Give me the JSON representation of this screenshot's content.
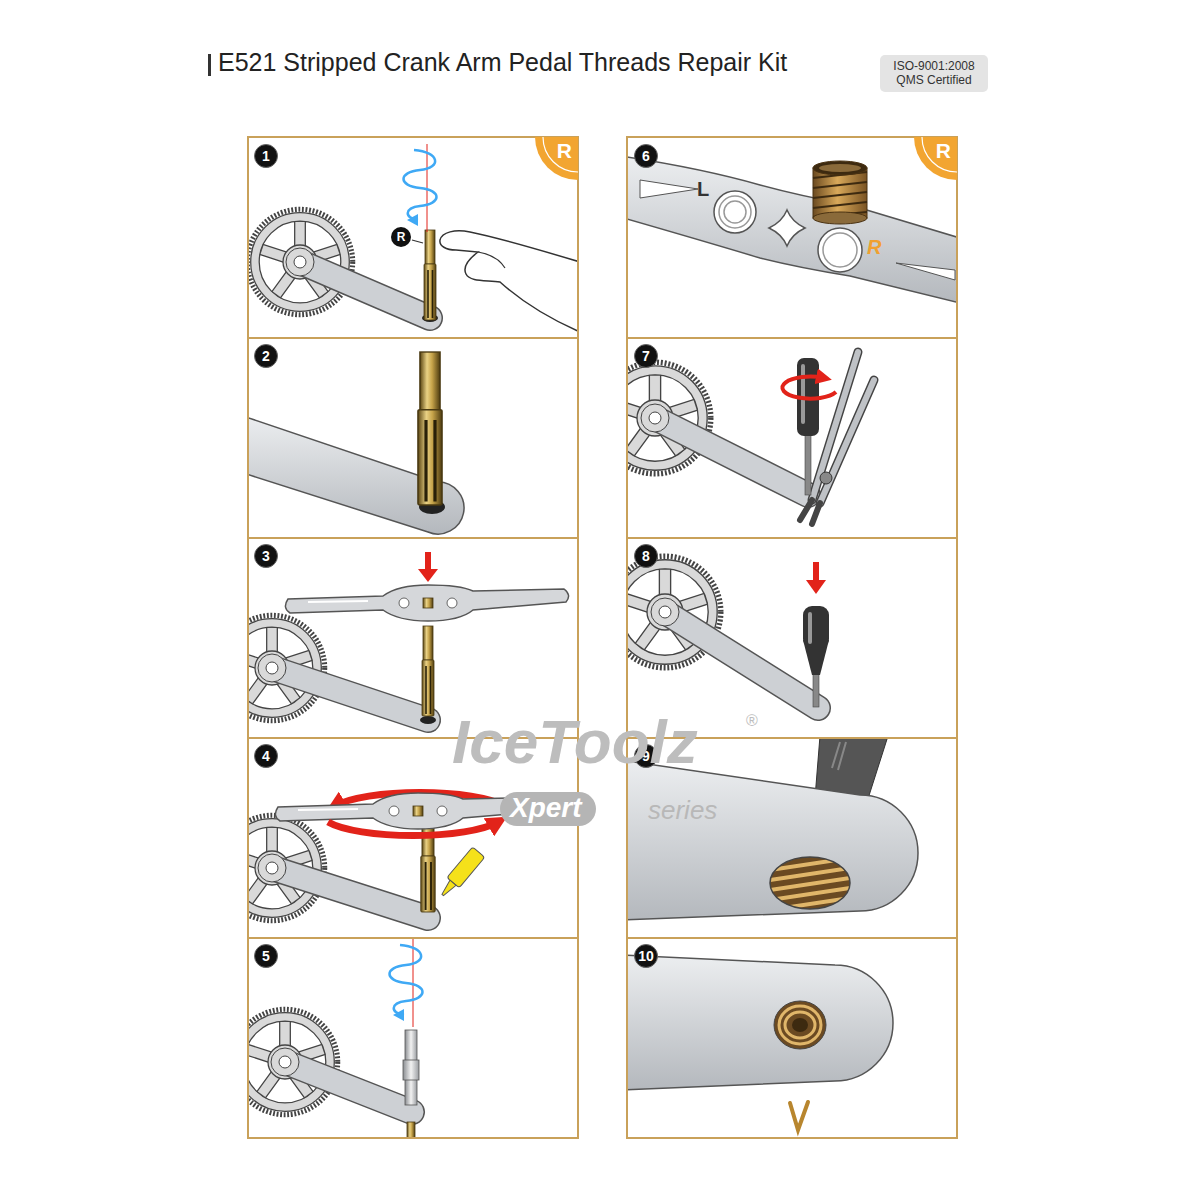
{
  "diagram": {
    "title": "E521 Stripped Crank Arm Pedal Threads Repair Kit",
    "nodes": [
      {
        "text": [
          "ISO-9001:2008 QMS Certified"
        ]
      },
      {
        "text": [
          "1"
        ]
      },
      {
        "text": [
          "R"
        ]
      },
      {
        "text": [
          "R"
        ]
      },
      {
        "text": [
          "2"
        ]
      },
      {
        "text": [
          "3"
        ]
      },
      {
        "text": [
          "4"
        ]
      },
      {
        "text": [
          "5"
        ]
      },
      {
        "text": [
          "6"
        ]
      },
      {
        "text": [
          "R"
        ]
      },
      {
        "text": [
          "7"
        ]
      },
      {
        "text": [
          "8"
        ]
      },
      {
        "text": [
          "9"
        ]
      },
      {
        "text": [
          "10"
        ]
      }
    ],
    "labels": [
      "L",
      "R",
      "IceToolz",
      "®",
      "Xpert",
      "series"
    ]
  }
}
